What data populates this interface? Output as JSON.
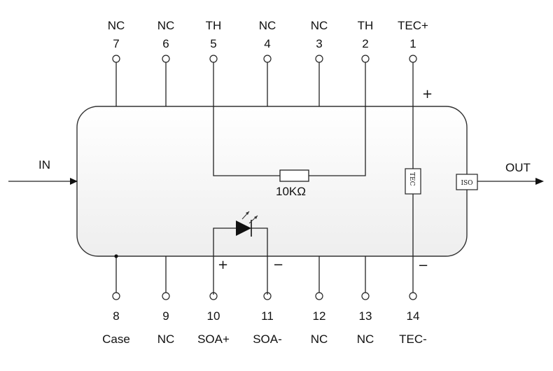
{
  "top_pins": [
    {
      "name": "NC",
      "number": "7"
    },
    {
      "name": "NC",
      "number": "6"
    },
    {
      "name": "TH",
      "number": "5"
    },
    {
      "name": "NC",
      "number": "4"
    },
    {
      "name": "NC",
      "number": "3"
    },
    {
      "name": "TH",
      "number": "2"
    },
    {
      "name": "TEC+",
      "number": "1"
    }
  ],
  "bottom_pins": [
    {
      "name": "Case",
      "number": "8"
    },
    {
      "name": "NC",
      "number": "9"
    },
    {
      "name": "SOA+",
      "number": "10"
    },
    {
      "name": "SOA-",
      "number": "11"
    },
    {
      "name": "NC",
      "number": "12"
    },
    {
      "name": "NC",
      "number": "13"
    },
    {
      "name": "TEC-",
      "number": "14"
    }
  ],
  "io": {
    "input": "IN",
    "output": "OUT"
  },
  "components": {
    "thermistor_label": "10KΩ",
    "tec_label": "TEC",
    "isolator_label": "ISO"
  },
  "polarity": {
    "tec_plus": "+",
    "tec_minus": "−",
    "soa_plus": "+",
    "soa_minus": "−"
  }
}
